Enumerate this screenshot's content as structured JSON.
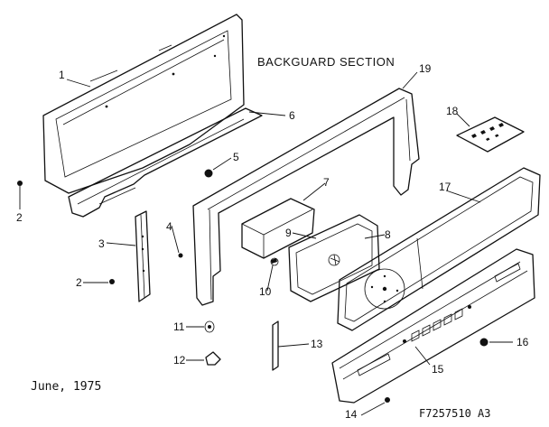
{
  "title": "BACKGUARD SECTION",
  "date": "June, 1975",
  "doc_code": "F7257510 A3",
  "callouts": {
    "c1": "1",
    "c2a": "2",
    "c2b": "2",
    "c3": "3",
    "c4": "4",
    "c5": "5",
    "c6": "6",
    "c7": "7",
    "c8": "8",
    "c9": "9",
    "c10": "10",
    "c11": "11",
    "c12": "12",
    "c13": "13",
    "c14": "14",
    "c15": "15",
    "c16": "16",
    "c17": "17",
    "c18": "18",
    "c19": "19"
  }
}
